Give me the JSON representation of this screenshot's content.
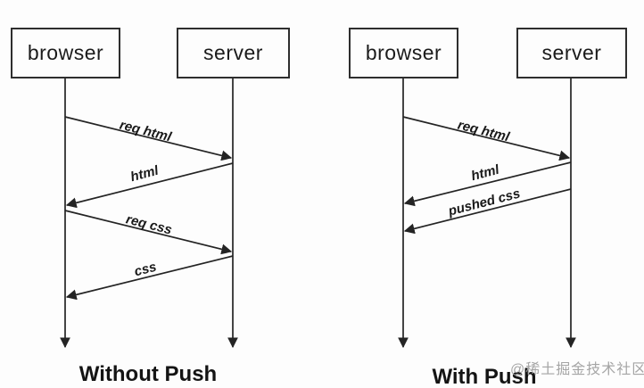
{
  "diagrams": [
    {
      "id": "without-push",
      "title": "Without Push",
      "actors": [
        {
          "label": "browser"
        },
        {
          "label": "server"
        }
      ],
      "messages": [
        {
          "label": "req html",
          "from": "browser",
          "to": "server"
        },
        {
          "label": "html",
          "from": "server",
          "to": "browser"
        },
        {
          "label": "req css",
          "from": "browser",
          "to": "server"
        },
        {
          "label": "css",
          "from": "server",
          "to": "browser"
        }
      ]
    },
    {
      "id": "with-push",
      "title": "With Push",
      "actors": [
        {
          "label": "browser"
        },
        {
          "label": "server"
        }
      ],
      "messages": [
        {
          "label": "req html",
          "from": "browser",
          "to": "server"
        },
        {
          "label": "html",
          "from": "server",
          "to": "browser"
        },
        {
          "label": "pushed css",
          "from": "server",
          "to": "browser"
        }
      ]
    }
  ],
  "watermark": "@稀土掘金技术社区",
  "colors": {
    "line": "#242424",
    "text": "#1b1b1b",
    "watermark": "#a5a5a5",
    "background": "#fdfdfd"
  }
}
